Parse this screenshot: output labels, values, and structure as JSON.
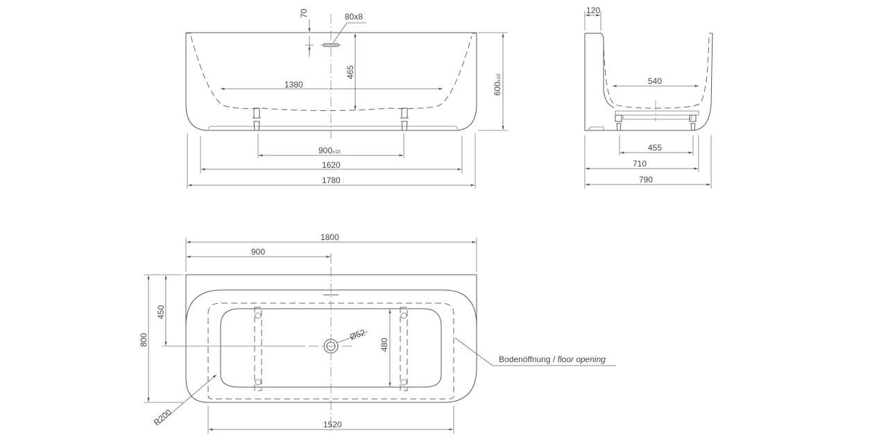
{
  "front_view": {
    "dim_overflow_height": "70",
    "dim_overflow_size": "80x8",
    "dim_inner_bottom_length": "1380",
    "dim_depth_to_drain": "465",
    "dim_total_height": "600",
    "dim_total_height_tol": "±10",
    "dim_feet_spacing": "900",
    "dim_feet_spacing_tol": "±10",
    "dim_base_length": "1620",
    "dim_overall_length": "1780"
  },
  "side_view": {
    "dim_back_wall": "120",
    "dim_inner_bottom_width": "540",
    "dim_feet_spacing": "455",
    "dim_base_width": "710",
    "dim_overall_width": "790"
  },
  "plan_view": {
    "dim_total_length": "1800",
    "dim_drain_position": "900",
    "dim_drain_offset": "450",
    "dim_total_width": "800",
    "dim_drain_diameter": "Ø52",
    "dim_inner_width": "480",
    "dim_corner_radius": "R200",
    "dim_floor_opening_length": "1520",
    "label_floor_opening_de": "Bodenöffnung / ",
    "label_floor_opening_en": "floor opening"
  },
  "colors": {
    "line": "#555555",
    "text": "#444444",
    "background": "#ffffff"
  }
}
